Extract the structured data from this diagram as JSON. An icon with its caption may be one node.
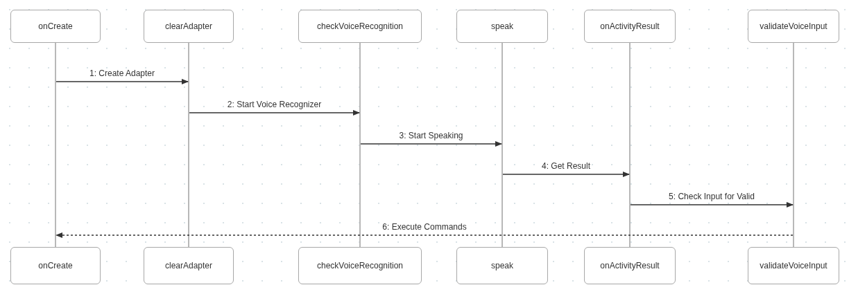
{
  "diagram": {
    "nodes": [
      {
        "text": [
          "onCreate"
        ]
      },
      {
        "text": [
          "clearAdapter"
        ]
      },
      {
        "text": [
          "checkVoiceRecognition"
        ]
      },
      {
        "text": [
          "speak"
        ]
      },
      {
        "text": [
          "onActivityResult"
        ]
      },
      {
        "text": [
          "validateVoiceInput"
        ]
      },
      {
        "text": [],
        "shape": "bar"
      },
      {
        "text": [],
        "shape": "bar"
      },
      {
        "text": [],
        "shape": "bar"
      },
      {
        "text": [],
        "shape": "bar"
      },
      {
        "text": [],
        "shape": "bar"
      },
      {
        "text": [],
        "shape": "bar"
      },
      {
        "text": [
          "onCreate"
        ]
      },
      {
        "text": [
          "clearAdapter"
        ]
      },
      {
        "text": [
          "checkVoiceRecognition"
        ]
      },
      {
        "text": [
          "speak"
        ]
      },
      {
        "text": [
          "onActivityResult"
        ]
      },
      {
        "text": [
          "validateVoiceInput"
        ]
      }
    ],
    "edges": [
      {
        "from": 6,
        "to": 7,
        "arrow": "to",
        "label": "1: Create Adapter"
      },
      {
        "from": 7,
        "to": 8,
        "arrow": "to",
        "label": "2: Start Voice Recognizer"
      },
      {
        "from": 8,
        "to": 9,
        "arrow": "to",
        "label": "3: Start Speaking"
      },
      {
        "from": 9,
        "to": 10,
        "arrow": "to",
        "label": "4: Get Result"
      },
      {
        "from": 10,
        "to": 11,
        "arrow": "to",
        "label": "5: Check Input for Valid"
      },
      {
        "from": 11,
        "to": 6,
        "arrow": "to",
        "label": "6: Execute Commands",
        "style": "dashed"
      }
    ]
  }
}
